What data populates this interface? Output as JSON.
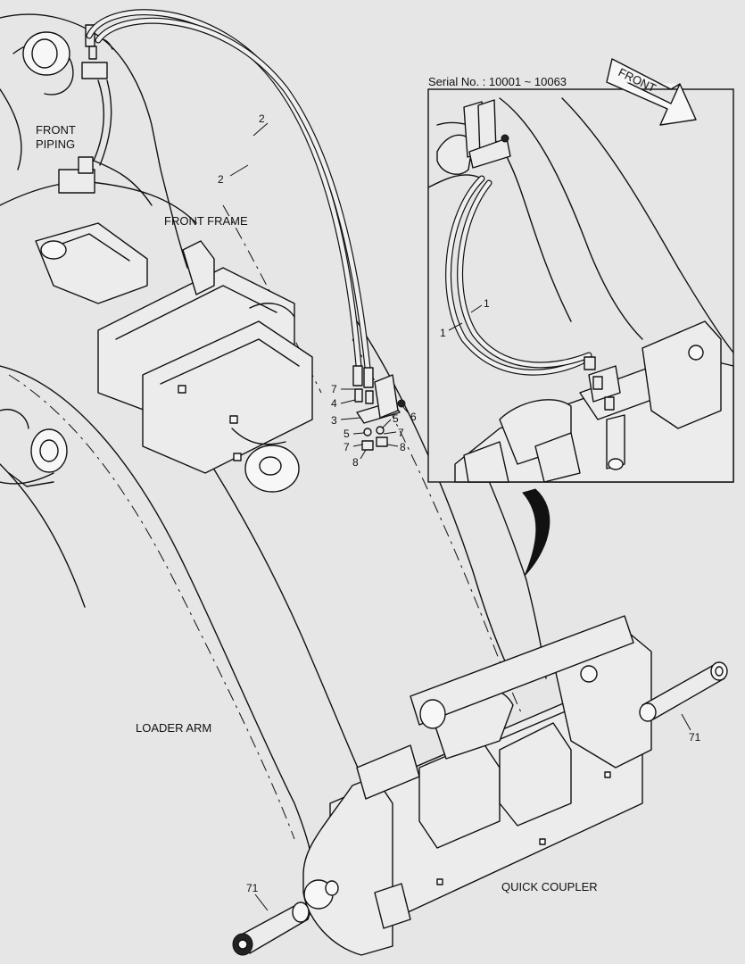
{
  "labels": {
    "front_piping": "FRONT\nPIPING",
    "front_frame": "FRONT FRAME",
    "loader_arm": "LOADER ARM",
    "quick_coupler": "QUICK COUPLER",
    "front_arrow": "FRONT"
  },
  "inset": {
    "serial": "Serial No. : 10001 ~ 10063"
  },
  "callouts": {
    "hose_upper_a": "2",
    "hose_upper_b": "2",
    "stack_7_top": "7",
    "stack_4": "4",
    "stack_3": "3",
    "stack_5_left": "5",
    "stack_7_left": "7",
    "stack_8_left": "8",
    "stack_6": "6",
    "stack_5_right": "5",
    "stack_7_right": "7",
    "stack_8_right": "8",
    "inset_hose_a": "1",
    "inset_hose_b": "1",
    "pin_right": "71",
    "pin_left": "71"
  },
  "icons": {
    "front_arrow": "arrow-right-icon",
    "zoom_pointer": "curved-pointer-icon"
  },
  "colors": {
    "background": "#e6e6e6",
    "ink": "#111111"
  }
}
